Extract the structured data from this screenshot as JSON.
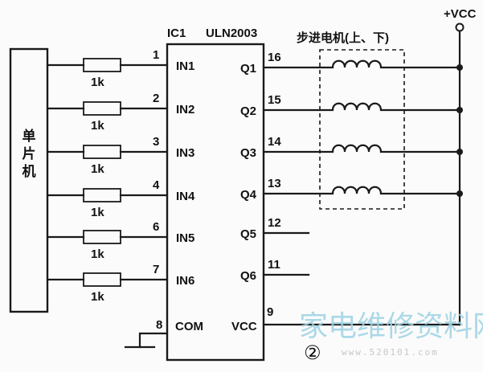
{
  "ic": {
    "ref": "IC1",
    "part": "ULN2003",
    "inputs": [
      {
        "pin": "1",
        "name": "IN1",
        "resistor": "1k"
      },
      {
        "pin": "2",
        "name": "IN2",
        "resistor": "1k"
      },
      {
        "pin": "3",
        "name": "IN3",
        "resistor": "1k"
      },
      {
        "pin": "4",
        "name": "IN4",
        "resistor": "1k"
      },
      {
        "pin": "6",
        "name": "IN5",
        "resistor": "1k"
      },
      {
        "pin": "7",
        "name": "IN6",
        "resistor": "1k"
      }
    ],
    "outputs": [
      {
        "pin": "16",
        "name": "Q1"
      },
      {
        "pin": "15",
        "name": "Q2"
      },
      {
        "pin": "14",
        "name": "Q3"
      },
      {
        "pin": "13",
        "name": "Q4"
      },
      {
        "pin": "12",
        "name": "Q5"
      },
      {
        "pin": "11",
        "name": "Q6"
      }
    ],
    "com": {
      "pin": "8",
      "name": "COM"
    },
    "vcc": {
      "pin": "9",
      "name": "VCC"
    }
  },
  "mcu": {
    "label": "单片机"
  },
  "motor": {
    "label": "步进电机(上、下)"
  },
  "supply": {
    "label": "+VCC"
  },
  "figure_number": "②",
  "watermark": {
    "text": "家电维修资料网",
    "url": "www.520101.com"
  }
}
